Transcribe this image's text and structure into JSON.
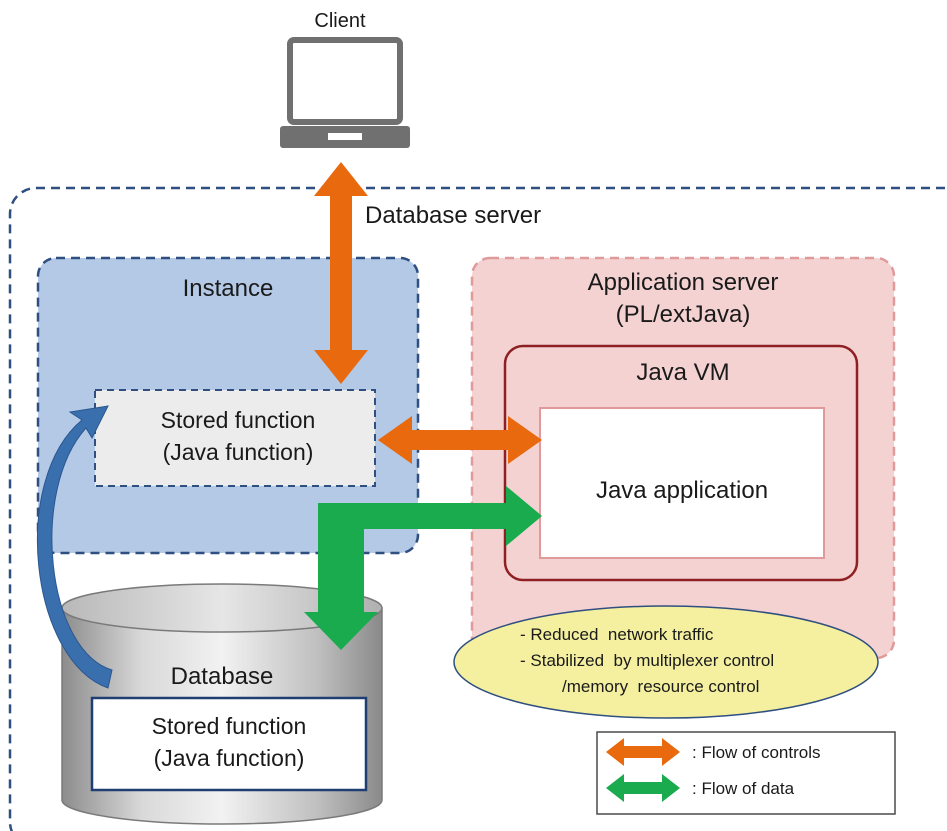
{
  "client": {
    "label": "Client"
  },
  "database_server": {
    "label": "Database server"
  },
  "instance": {
    "label": "Instance",
    "stored_function_line1": "Stored function",
    "stored_function_line2": "(Java function)"
  },
  "application_server": {
    "label_line1": "Application server",
    "label_line2": "(PL/extJava)",
    "jvm_label": "Java VM",
    "app_label": "Java application"
  },
  "database": {
    "label": "Database",
    "stored_function_line1": "Stored function",
    "stored_function_line2": "(Java function)"
  },
  "benefits": {
    "line1": "- Reduced  network traffic",
    "line2": "- Stabilized  by multiplexer control",
    "line3": "/memory  resource control"
  },
  "legend": {
    "controls_label": ": Flow of controls",
    "data_label": ": Flow of data"
  },
  "colors": {
    "control_arrow": "#e8690e",
    "data_arrow": "#1aab4f",
    "instance_fill": "#b4c9e6",
    "appserver_fill": "#f4d2d2",
    "jvm_border": "#8e1f22",
    "callout_fill": "#f5f0a0",
    "server_border": "#2f4f80",
    "curved_arrow": "#3a6fad"
  }
}
